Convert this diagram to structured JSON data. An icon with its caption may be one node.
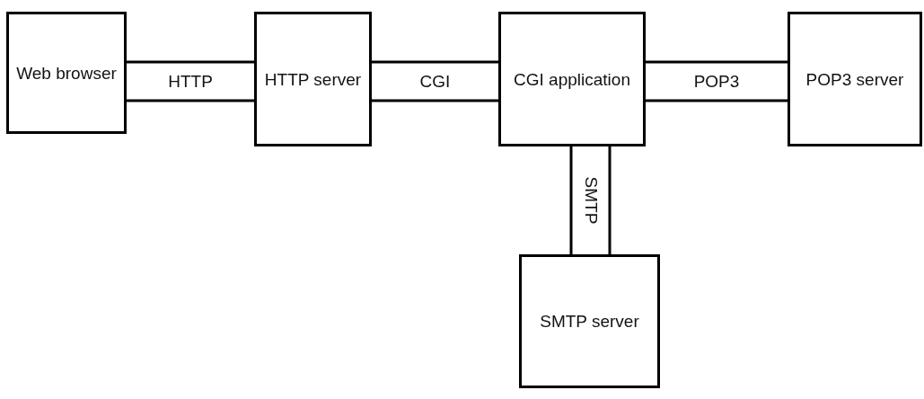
{
  "diagram": {
    "nodes": [
      {
        "text": [
          "Web browser"
        ]
      },
      {
        "text": [
          "HTTP server"
        ]
      },
      {
        "text": [
          "CGI application"
        ]
      },
      {
        "text": [
          "POP3 server"
        ]
      },
      {
        "text": [
          "SMTP server"
        ]
      }
    ],
    "edges": [
      {
        "from": 0,
        "to": 1,
        "arrow": "none",
        "label": "HTTP"
      },
      {
        "from": 1,
        "to": 2,
        "arrow": "none",
        "label": "CGI"
      },
      {
        "from": 2,
        "to": 3,
        "arrow": "none",
        "label": "POP3"
      },
      {
        "from": 2,
        "to": 4,
        "arrow": "none",
        "label": "SMTP"
      }
    ]
  }
}
